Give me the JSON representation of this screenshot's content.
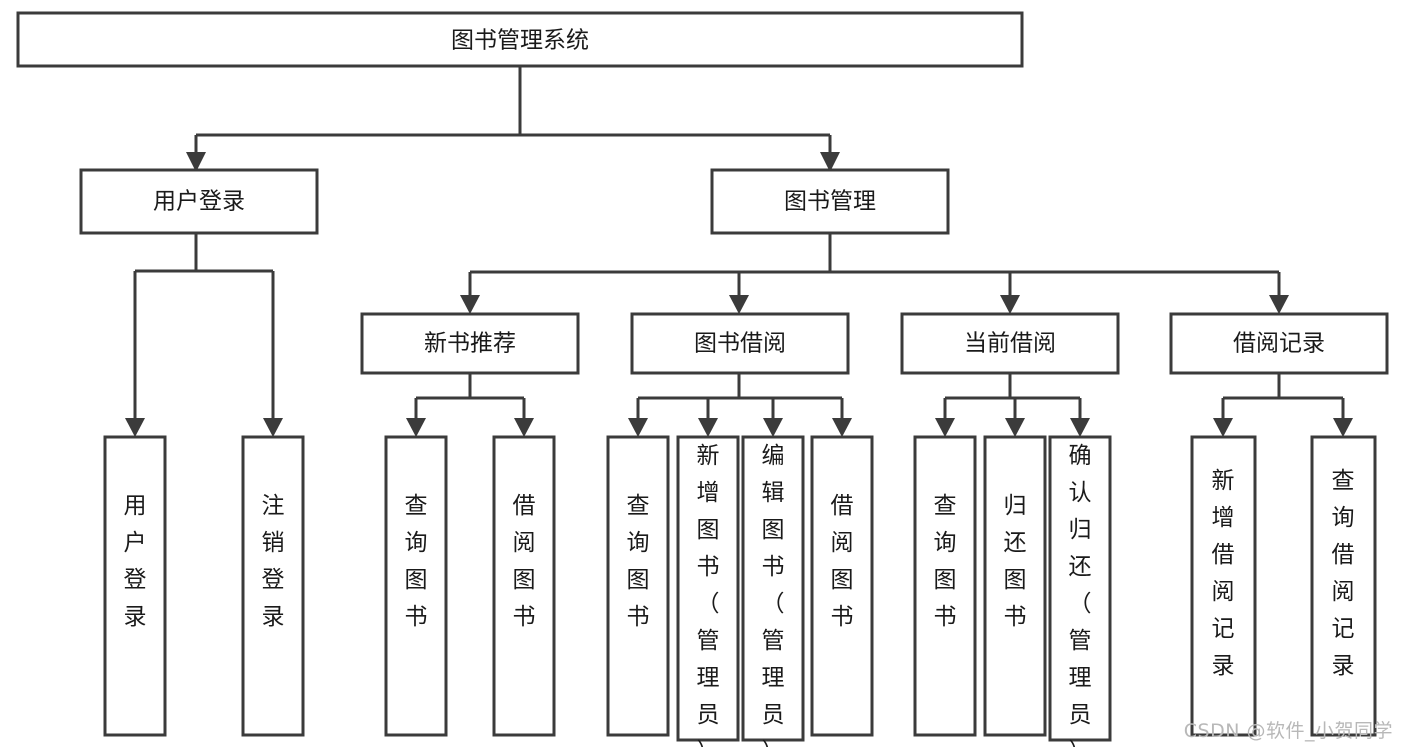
{
  "diagram": {
    "title": "图书管理系统",
    "type": "tree-hierarchy-diagram",
    "colors": {
      "box_stroke": "#3b3b3b",
      "box_fill": "#ffffff",
      "text": "#1a1a1a",
      "background": "#ffffff",
      "watermark": "#b8b8b8"
    },
    "root": {
      "label": "图书管理系统"
    },
    "level2": [
      {
        "label": "用户登录"
      },
      {
        "label": "图书管理"
      }
    ],
    "level3": [
      {
        "label": "新书推荐"
      },
      {
        "label": "图书借阅"
      },
      {
        "label": "当前借阅"
      },
      {
        "label": "借阅记录"
      }
    ],
    "leaves": {
      "user_login": [
        {
          "label": "用户登录"
        },
        {
          "label": "注销登录"
        }
      ],
      "new_book_recommend": [
        {
          "label": "查询图书"
        },
        {
          "label": "借阅图书"
        }
      ],
      "book_borrow": [
        {
          "label": "查询图书"
        },
        {
          "label": "新增图书（管理员）"
        },
        {
          "label": "编辑图书（管理员）"
        },
        {
          "label": "借阅图书"
        }
      ],
      "current_borrow": [
        {
          "label": "查询图书"
        },
        {
          "label": "归还图书"
        },
        {
          "label": "确认归还（管理员）"
        }
      ],
      "borrow_record": [
        {
          "label": "新增借阅记录"
        },
        {
          "label": "查询借阅记录"
        }
      ]
    },
    "watermark": "CSDN @软件_小贺同学"
  }
}
